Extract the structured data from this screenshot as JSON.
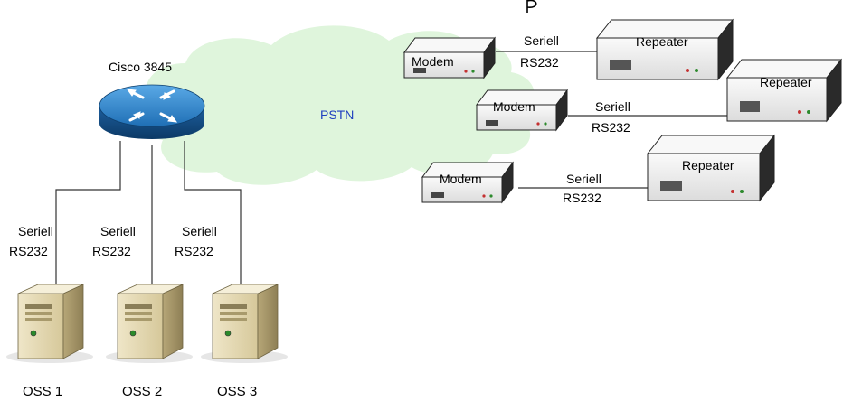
{
  "diagram": {
    "router": {
      "label": "Cisco 3845",
      "icon": "router-icon"
    },
    "network": {
      "label": "PSTN",
      "label_color": "#1f3fbf",
      "cloud_color": "#dff5dc"
    },
    "serial": {
      "line1": "Seriell",
      "line2": "RS232"
    },
    "servers": [
      {
        "label": "OSS 1",
        "icon": "server-icon"
      },
      {
        "label": "OSS 2",
        "icon": "server-icon"
      },
      {
        "label": "OSS 3",
        "icon": "server-icon"
      }
    ],
    "modems": [
      {
        "label": "Modem",
        "icon": "modem-icon"
      },
      {
        "label": "Modem",
        "icon": "modem-icon"
      },
      {
        "label": "Modem",
        "icon": "modem-icon"
      }
    ],
    "repeaters": [
      {
        "label": "Repeater",
        "icon": "repeater-icon"
      },
      {
        "label": "Repeater",
        "icon": "repeater-icon"
      },
      {
        "label": "Repeater",
        "icon": "repeater-icon"
      }
    ]
  }
}
